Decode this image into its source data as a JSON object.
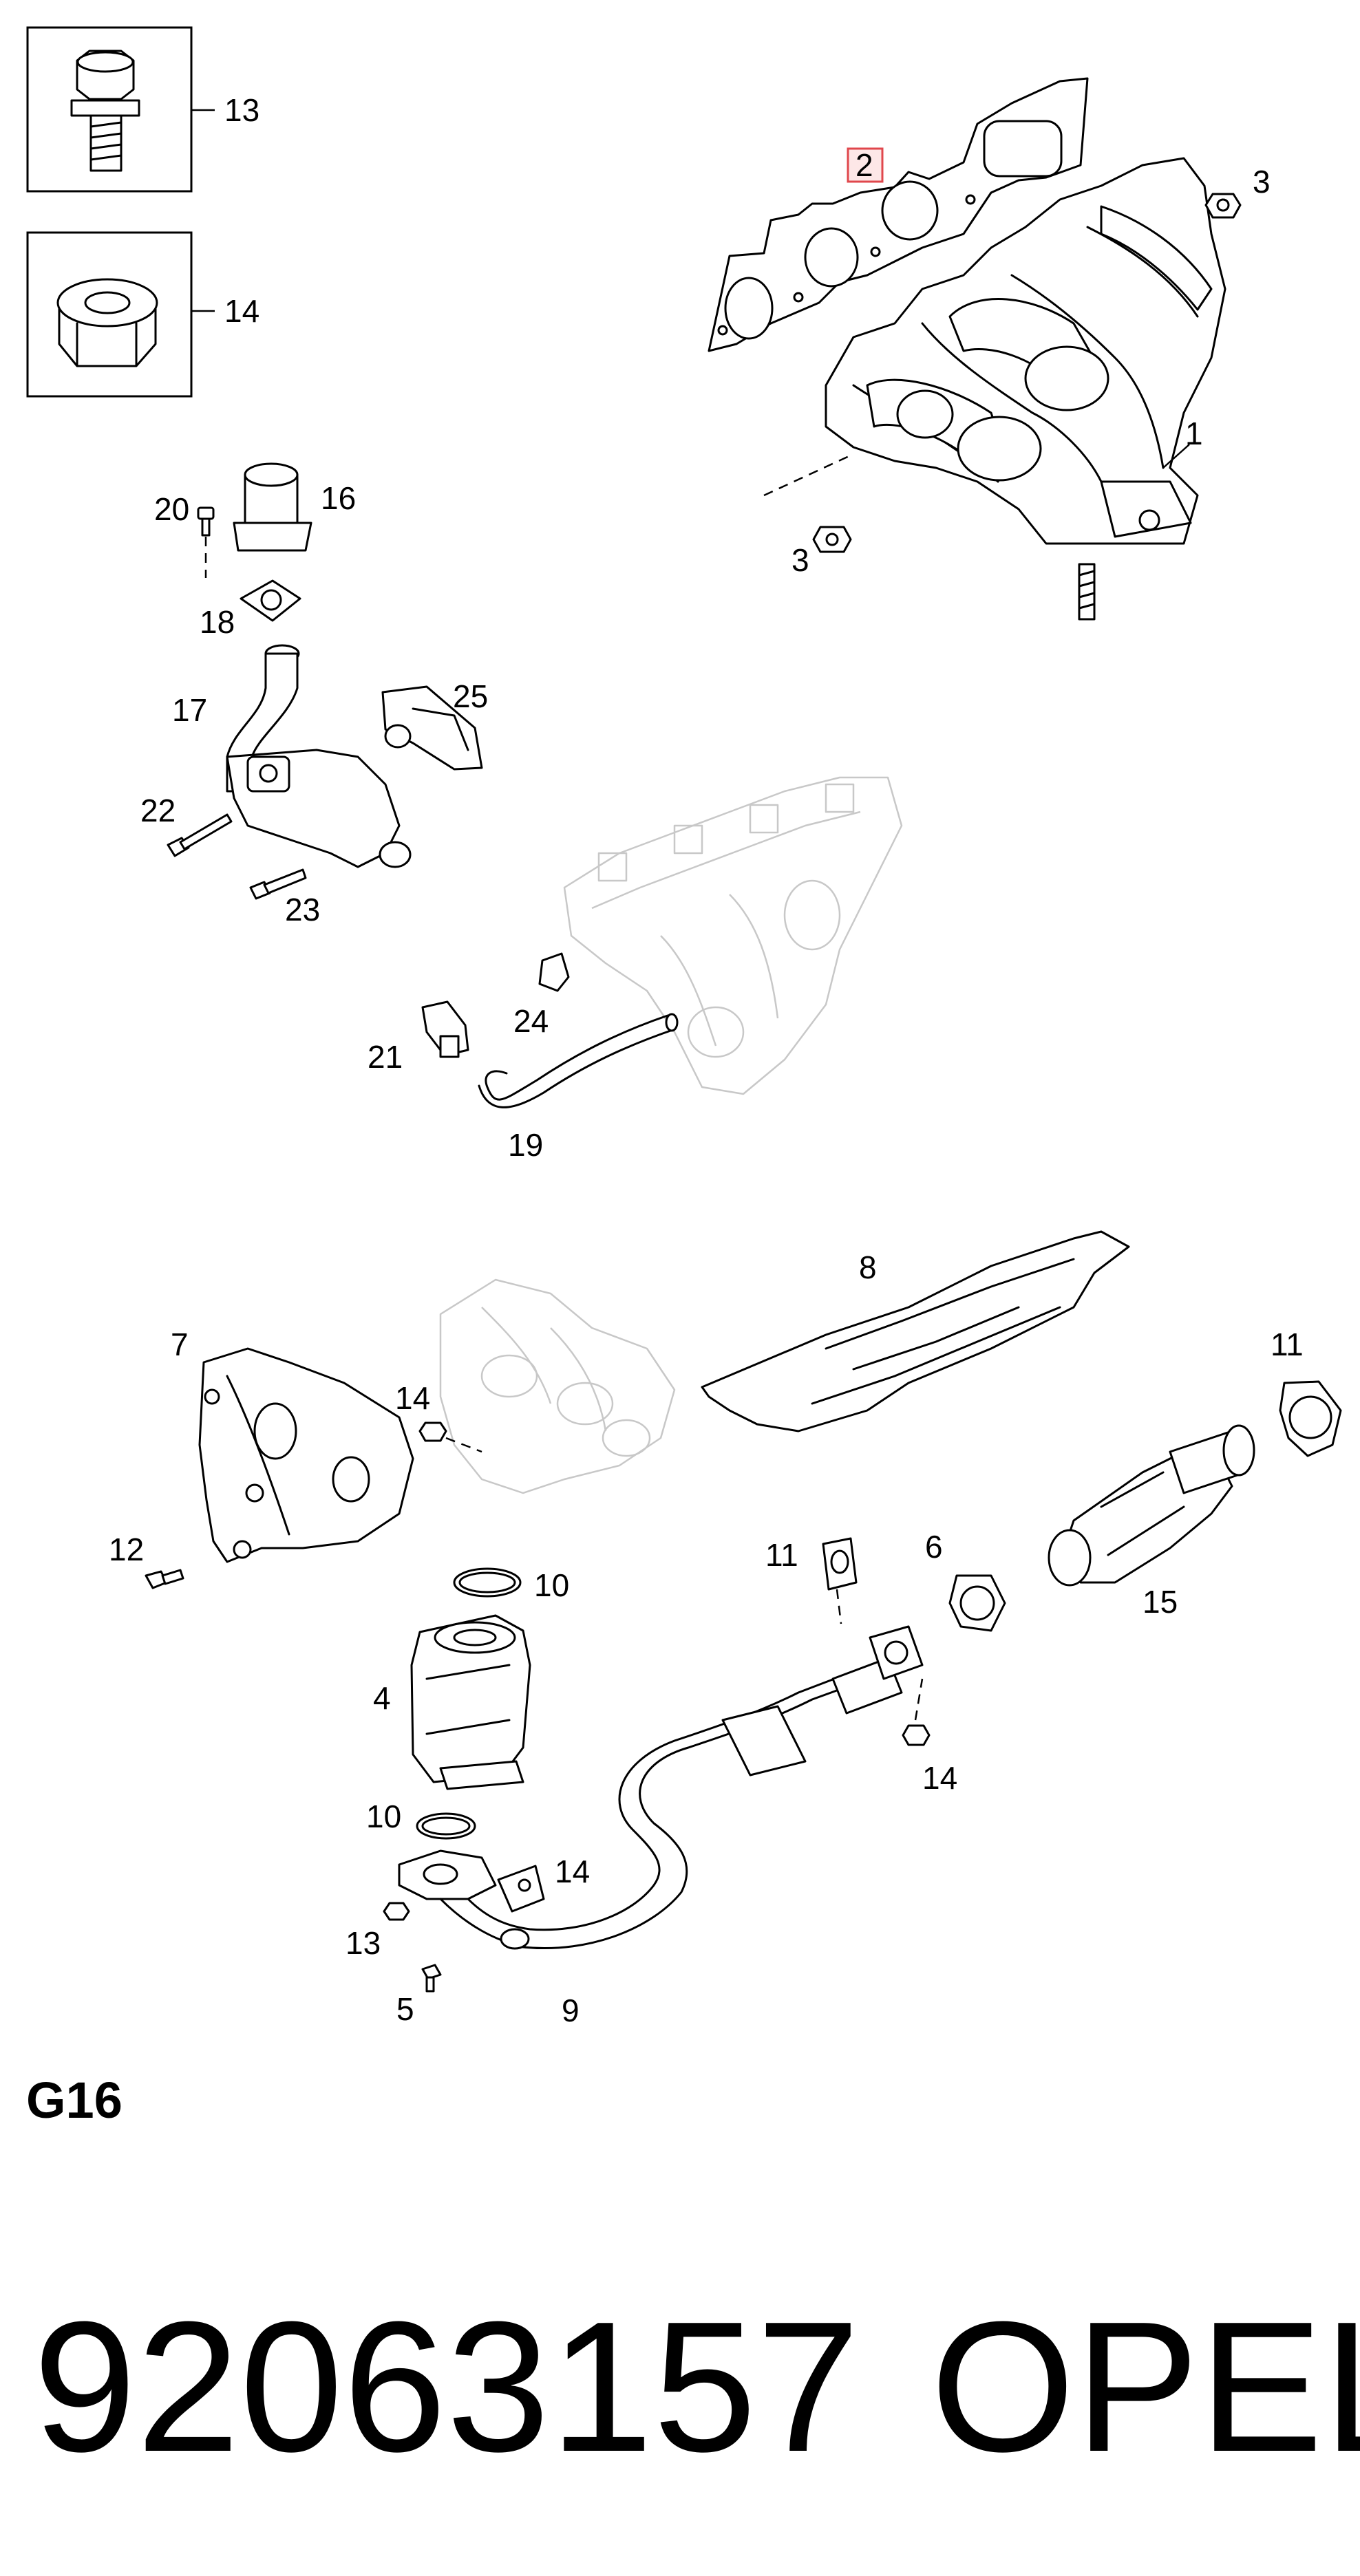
{
  "diagram": {
    "inset_callouts": {
      "bolt": "13",
      "nut": "14"
    },
    "callouts": [
      {
        "id": "c1",
        "text": "1"
      },
      {
        "id": "c2",
        "text": "2"
      },
      {
        "id": "c3a",
        "text": "3"
      },
      {
        "id": "c3b",
        "text": "3"
      },
      {
        "id": "c16",
        "text": "16"
      },
      {
        "id": "c20",
        "text": "20"
      },
      {
        "id": "c18",
        "text": "18"
      },
      {
        "id": "c17",
        "text": "17"
      },
      {
        "id": "c25",
        "text": "25"
      },
      {
        "id": "c22",
        "text": "22"
      },
      {
        "id": "c23",
        "text": "23"
      },
      {
        "id": "c24",
        "text": "24"
      },
      {
        "id": "c21",
        "text": "21"
      },
      {
        "id": "c19",
        "text": "19"
      },
      {
        "id": "c8",
        "text": "8"
      },
      {
        "id": "c7",
        "text": "7"
      },
      {
        "id": "c14a",
        "text": "14"
      },
      {
        "id": "c12",
        "text": "12"
      },
      {
        "id": "c11a",
        "text": "11"
      },
      {
        "id": "c15",
        "text": "15"
      },
      {
        "id": "c11b",
        "text": "11"
      },
      {
        "id": "c6",
        "text": "6"
      },
      {
        "id": "c10a",
        "text": "10"
      },
      {
        "id": "c4",
        "text": "4"
      },
      {
        "id": "c14b",
        "text": "14"
      },
      {
        "id": "c10b",
        "text": "10"
      },
      {
        "id": "c9",
        "text": "9"
      },
      {
        "id": "c14c",
        "text": "14"
      },
      {
        "id": "c13",
        "text": "13"
      },
      {
        "id": "c5",
        "text": "5"
      }
    ],
    "highlighted_callout": "2",
    "highlight_color": "#e0474c"
  },
  "engine_label": "G16",
  "footer": {
    "part_number": "92063157",
    "brand": "OPEL"
  }
}
